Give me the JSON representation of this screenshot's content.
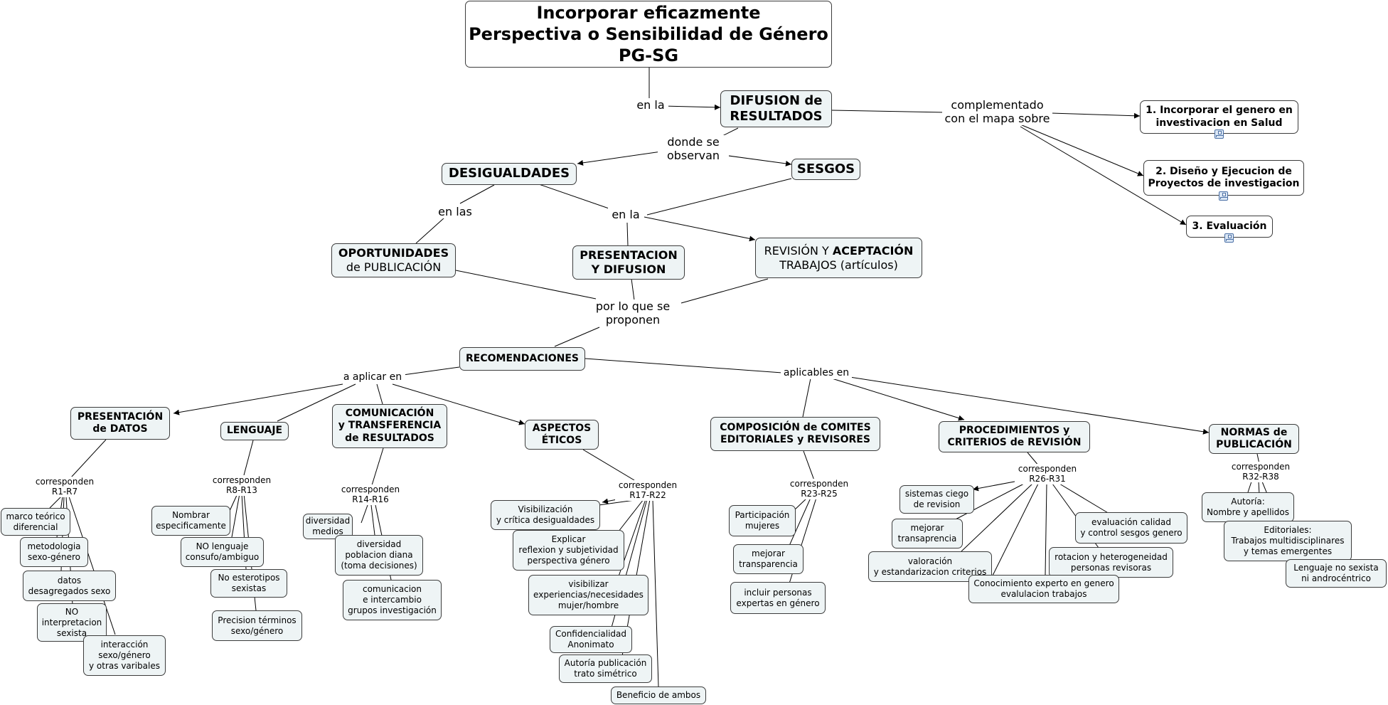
{
  "title": {
    "line1": "Incorporar eficazmente",
    "line2": "Perspectiva o Sensibilidad de Género",
    "line3": "PG-SG"
  },
  "nodes": {
    "difusion": {
      "line1": "DIFUSION de",
      "line2": "RESULTADOS"
    },
    "desigualdades": "DESIGUALDADES",
    "sesgos": "SESGOS",
    "oportunidades": {
      "line1": "OPORTUNIDADES",
      "line2": "de PUBLICACIÓN"
    },
    "presentacion_difusion": {
      "line1": "PRESENTACION",
      "line2": "Y DIFUSION"
    },
    "revision": {
      "line1a": "REVISIÓN Y ",
      "line1b": "ACEPTACIÓN",
      "line2": "TRABAJOS (artículos)"
    },
    "recomendaciones": "RECOMENDACIONES",
    "presentacion_datos": {
      "line1": "PRESENTACIÓN",
      "line2": "de DATOS"
    },
    "lenguaje": "LENGUAJE",
    "comunicacion": {
      "line1": "COMUNICACIÓN",
      "line2": "y TRANSFERENCIA",
      "line3": "de RESULTADOS"
    },
    "aspectos": {
      "line1": "ASPECTOS",
      "line2": "ÉTICOS"
    },
    "composicion": {
      "line1": "COMPOSICIÓN de COMITES",
      "line2": "EDITORIALES y REVISORES"
    },
    "procedimientos": {
      "line1": "PROCEDIMIENTOS  y",
      "line2": "CRITERIOS de REVISIÓN"
    },
    "normas": {
      "line1": "NORMAS de",
      "line2": "PUBLICACIÓN"
    },
    "map1": {
      "line1": "1. Incorporar el genero en",
      "line2": "investivacion en Salud"
    },
    "map2": {
      "line1": "2. Diseño y Ejecucion de",
      "line2": "Proyectos de investigacion"
    },
    "map3": "3. Evaluación"
  },
  "labels": {
    "en_la_1": "en la",
    "complementado": {
      "line1": "complementado",
      "line2": "con el mapa sobre"
    },
    "donde": {
      "line1": "donde se",
      "line2": "observan"
    },
    "en_las": "en las",
    "en_la_2": "en la",
    "por_lo": {
      "line1": "por lo que se",
      "line2": "proponen"
    },
    "a_aplicar": "a aplicar en",
    "aplicables": "aplicables en",
    "corr1": {
      "line1": "corresponden",
      "line2": "R1-R7"
    },
    "corr2": {
      "line1": "corresponden",
      "line2": "R8-R13"
    },
    "corr3": {
      "line1": "corresponden",
      "line2": "R14-R16"
    },
    "corr4": {
      "line1": "corresponden",
      "line2": "R17-R22"
    },
    "corr5": {
      "line1": "corresponden",
      "line2": "R23-R25"
    },
    "corr6": {
      "line1": "corresponden",
      "line2": "R26-R31"
    },
    "corr7": {
      "line1": "corresponden",
      "line2": "R32-R38"
    }
  },
  "leaves": {
    "marco": {
      "line1": "marco teórico",
      "line2": "diferencial"
    },
    "metodologia": {
      "line1": "metodologia",
      "line2": "sexo-género"
    },
    "datos": {
      "line1": "datos",
      "line2": "desagregados sexo"
    },
    "no_interp": {
      "line1": "NO",
      "line2": "interpretacion",
      "line3": "sexista"
    },
    "interaccion": {
      "line1": "interacción",
      "line2": "sexo/género",
      "line3": "y otras varibales"
    },
    "nombrar": {
      "line1": "Nombrar",
      "line2": "especificamente"
    },
    "no_lenguaje": {
      "line1": "NO lenguaje",
      "line2": "consufo/ambiguo"
    },
    "no_estereotipos": {
      "line1": "No esterotipos",
      "line2": "sexistas"
    },
    "precision": {
      "line1": "Precision términos",
      "line2": "sexo/género"
    },
    "div_medios": {
      "line1": "diversidad",
      "line2": "medios"
    },
    "div_poblacion": {
      "line1": "diversidad",
      "line2": "poblacion diana",
      "line3": "(toma decisiones)"
    },
    "comunicacion_int": {
      "line1": "comunicacion",
      "line2": "e intercambio",
      "line3": "grupos investigación"
    },
    "visibilizacion": {
      "line1": "Visibilización",
      "line2": "y crítica desigualdades"
    },
    "explicar": {
      "line1": "Explicar",
      "line2": "reflexion y subjetividad",
      "line3": "perspectiva género"
    },
    "visibilizar": {
      "line1": "visibilizar",
      "line2": "experiencias/necesidades",
      "line3": "mujer/hombre"
    },
    "confidencialidad": {
      "line1": "Confidencialidad",
      "line2": "Anonimato"
    },
    "autoria_pub": {
      "line1": "Autoría publicación",
      "line2": "trato simétrico"
    },
    "beneficio": "Beneficio de ambos",
    "participacion": {
      "line1": "Participación",
      "line2": "mujeres"
    },
    "mejorar_t1": {
      "line1": "mejorar",
      "line2": "transparencia"
    },
    "incluir": {
      "line1": "incluir personas",
      "line2": "expertas en género"
    },
    "ciego": {
      "line1": "sistemas ciego",
      "line2": "de revision"
    },
    "mejorar_t2": {
      "line1": "mejorar",
      "line2": "transaprencia"
    },
    "valoracion": {
      "line1": "valoración",
      "line2": "y estandarizacion criterios"
    },
    "evaluacion_calidad": {
      "line1": "evaluación calidad",
      "line2": "y control sesgos genero"
    },
    "rotacion": {
      "line1": "rotacion y heterogeneidad",
      "line2": "personas revisoras"
    },
    "conocimiento": {
      "line1": "Conocimiento experto en genero",
      "line2": "evalulacion trabajos"
    },
    "autoria": {
      "line1": "Autoría:",
      "line2": "Nombre y apellidos"
    },
    "editoriales": {
      "line1": "Editoriales:",
      "line2": "Trabajos multidisciplinares",
      "line3": "y temas emergentes"
    },
    "lenguaje_ns": {
      "line1": "Lenguaje no sexista",
      "line2": "ni androcéntrico"
    }
  },
  "icons": {
    "map_link": "concept-map-icon"
  }
}
